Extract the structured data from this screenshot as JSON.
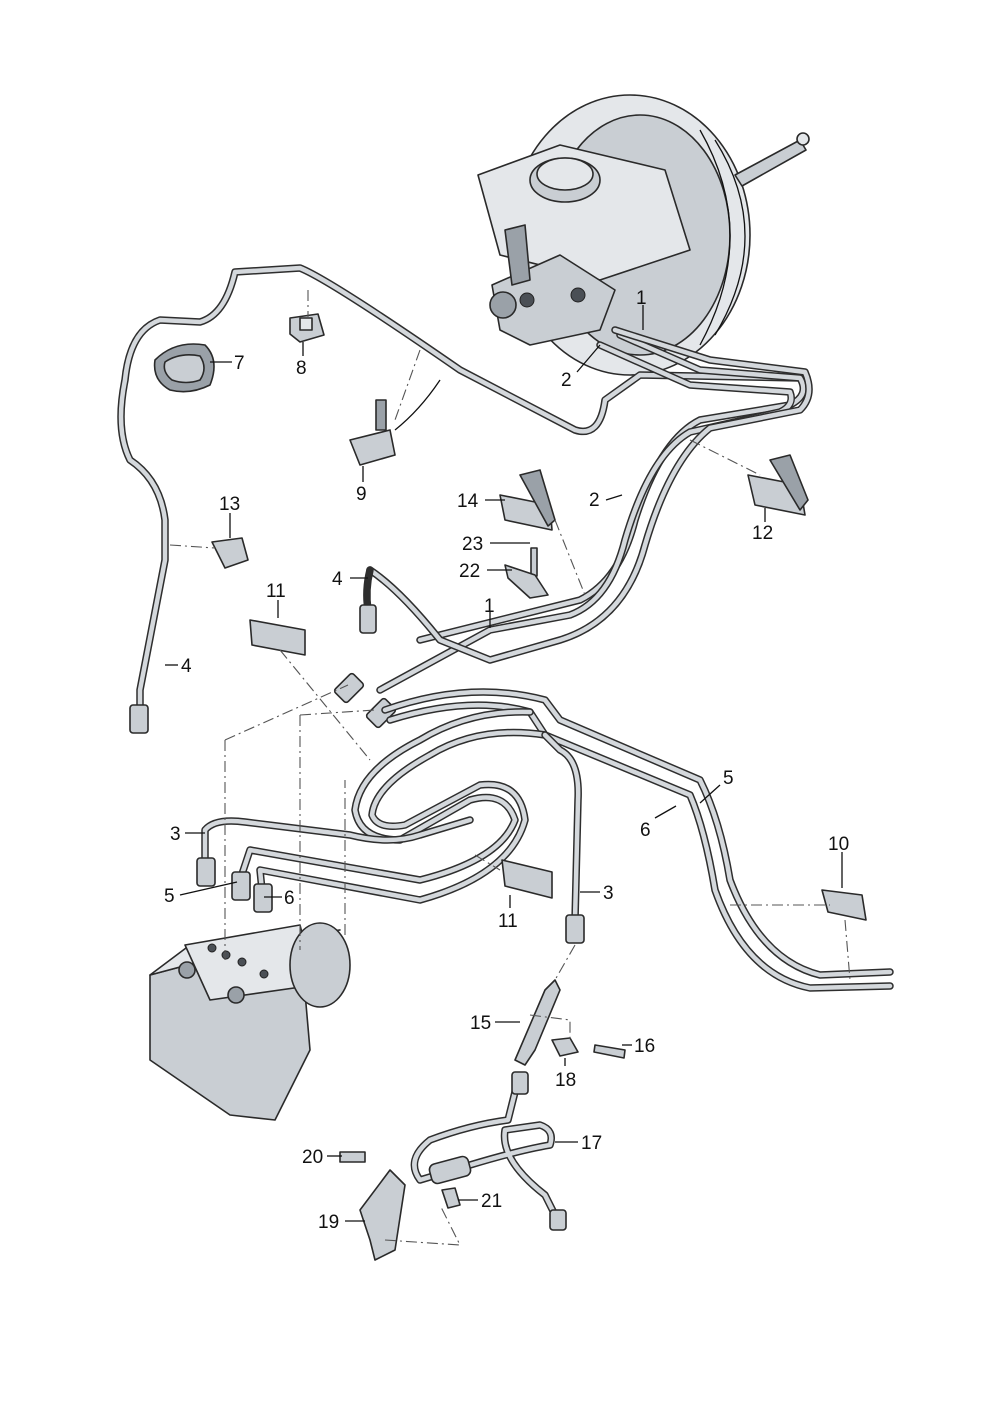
{
  "labels": [
    {
      "id": "l1a",
      "text": "1"
    },
    {
      "id": "l2a",
      "text": "2"
    },
    {
      "id": "l7",
      "text": "7"
    },
    {
      "id": "l8",
      "text": "8"
    },
    {
      "id": "l9",
      "text": "9"
    },
    {
      "id": "l2b",
      "text": "2"
    },
    {
      "id": "l12",
      "text": "12"
    },
    {
      "id": "l14",
      "text": "14"
    },
    {
      "id": "l13",
      "text": "13"
    },
    {
      "id": "l23",
      "text": "23"
    },
    {
      "id": "l22",
      "text": "22"
    },
    {
      "id": "l4a",
      "text": "4"
    },
    {
      "id": "l11a",
      "text": "11"
    },
    {
      "id": "l1b",
      "text": "1"
    },
    {
      "id": "l4b",
      "text": "4"
    },
    {
      "id": "l5a",
      "text": "5"
    },
    {
      "id": "l6a",
      "text": "6"
    },
    {
      "id": "l10",
      "text": "10"
    },
    {
      "id": "l3a",
      "text": "3"
    },
    {
      "id": "l5b",
      "text": "5"
    },
    {
      "id": "l6b",
      "text": "6"
    },
    {
      "id": "l3b",
      "text": "3"
    },
    {
      "id": "l11b",
      "text": "11"
    },
    {
      "id": "l15",
      "text": "15"
    },
    {
      "id": "l16",
      "text": "16"
    },
    {
      "id": "l18",
      "text": "18"
    },
    {
      "id": "l17",
      "text": "17"
    },
    {
      "id": "l20",
      "text": "20"
    },
    {
      "id": "l21",
      "text": "21"
    },
    {
      "id": "l19",
      "text": "19"
    }
  ],
  "colors": {
    "line": "#2e2e2e",
    "tube_fill": "#d4d8dc",
    "metal": "#c9ced3",
    "metal_dark": "#9aa1a8",
    "metal_light": "#e4e7ea"
  }
}
